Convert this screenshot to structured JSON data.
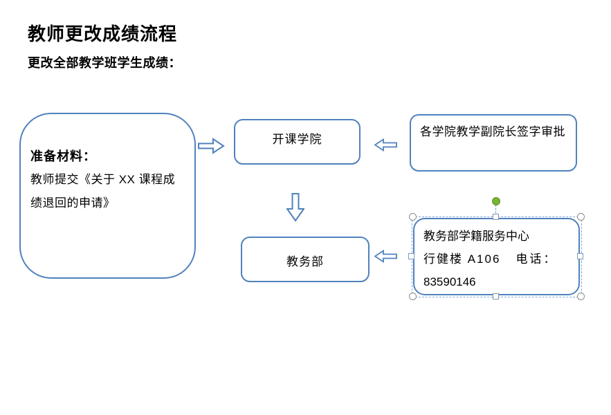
{
  "document": {
    "title": "教师更改成绩流程",
    "subtitle": "更改全部教学班学生成绩："
  },
  "flowchart": {
    "prep_box": {
      "heading": "准备材料：",
      "body": "教师提交《关于 XX 课程成绩退回的申请》"
    },
    "course_college_box": {
      "label": "开课学院"
    },
    "vice_dean_box": {
      "label": "各学院教学副院长签字审批"
    },
    "academic_affairs_box": {
      "label": "教务部"
    },
    "service_center_box": {
      "name": "教务部学籍服务中心",
      "location": "行健楼 A106",
      "phone_label": "电话：",
      "phone": "83590146"
    }
  },
  "colors": {
    "shape_border": "#4f81bd",
    "selection_dash": "#7fa7d6",
    "resize_handle_corner_border": "#8c8c8c",
    "resize_handle_edge_border": "#7a96b8",
    "rotation_handle_green": "#77b535"
  }
}
